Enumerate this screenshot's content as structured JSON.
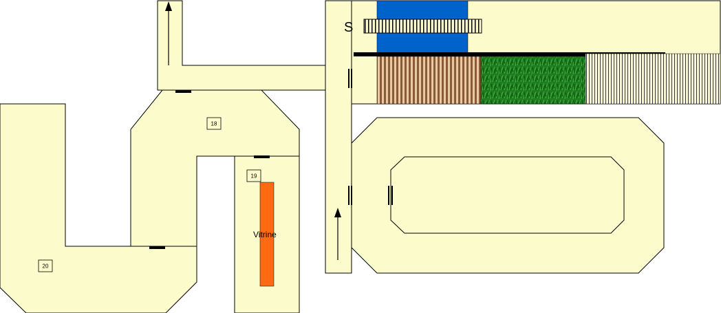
{
  "rooms": {
    "r18": "18",
    "r19": "19",
    "r20": "20"
  },
  "labels": {
    "vitrine": "Vitrine",
    "s": "S"
  },
  "colors": {
    "floor": "#fbfbcc",
    "vitrine": "#ff6a13",
    "water": "#0063cc",
    "grass": "#1e7a1e",
    "wood": "#8a5a3a"
  }
}
